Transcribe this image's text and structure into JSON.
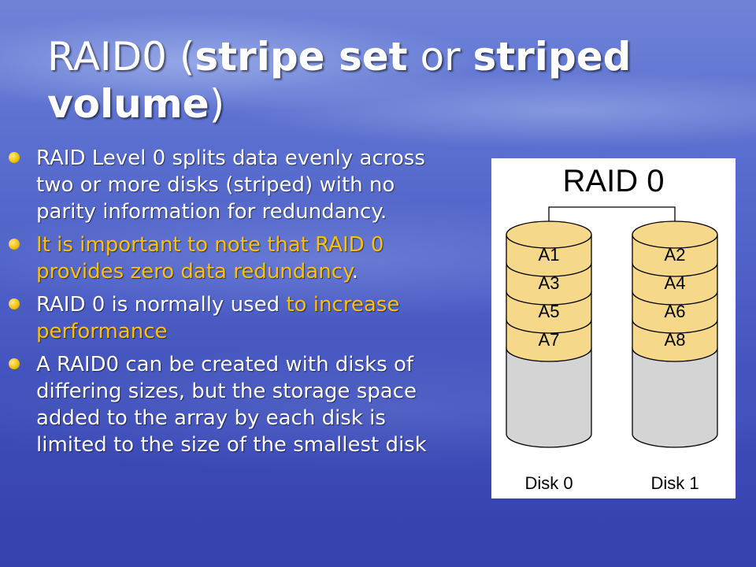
{
  "slide": {
    "title": {
      "part1": "RAID0 (",
      "part2": "stripe set",
      "part3": " or ",
      "part4": "striped volume",
      "part5": ")"
    },
    "bullets": [
      {
        "text": "RAID Level 0 splits data evenly across two or more disks (striped) with no parity information for redundancy."
      },
      {
        "highlight": "It is important to note that RAID 0 provides zero data redundancy",
        "text_after": "."
      },
      {
        "text_before": "RAID 0 is normally used ",
        "highlight": "to increase performance"
      },
      {
        "text": "A RAID0 can be created with disks of differing sizes, but the storage space added to the array by each disk is limited to the size of the smallest disk"
      }
    ],
    "colors": {
      "highlight": "#ffc000",
      "bullet": "#f0c000",
      "block_fill": "#f5d889",
      "disk_fill": "#d4d4d4"
    }
  },
  "diagram": {
    "title": "RAID 0",
    "disks": [
      {
        "label": "Disk 0",
        "blocks": [
          "A1",
          "A3",
          "A5",
          "A7"
        ]
      },
      {
        "label": "Disk 1",
        "blocks": [
          "A2",
          "A4",
          "A6",
          "A8"
        ]
      }
    ]
  }
}
